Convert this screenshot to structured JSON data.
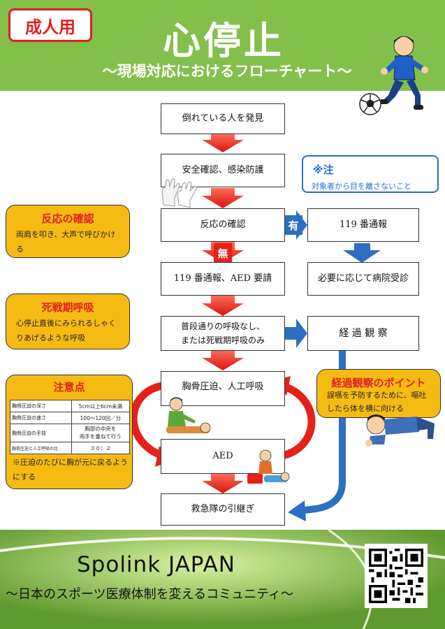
{
  "header": {
    "badge": "成人用",
    "title": "心停止",
    "subtitle": "～現場対応におけるフローチャート～"
  },
  "flow": {
    "discover": "倒れている人を発見",
    "safety": "安全確認、感染防護",
    "response_check": "反応の確認",
    "call_119_aed": "119 番通報、AED 要請",
    "breathing": [
      "普段通りの呼吸なし、",
      "または死戦期呼吸のみ"
    ],
    "cpr": "胸骨圧迫、人工呼吸",
    "aed": "AED",
    "handover": "救急隊の引継ぎ",
    "call_119": "119 番通報",
    "hospital": "必要に応じて病院受診",
    "observe": "経 過 観 察"
  },
  "labels": {
    "yes": "有",
    "no": "無"
  },
  "note": {
    "title": "※注",
    "text": "対象者から目を離さないこと"
  },
  "side": {
    "response": {
      "title": "反応の確認",
      "text": "両肩を叩き、大声で呼びかける"
    },
    "agonal": {
      "title": "死戦期呼吸",
      "text": "心停止直後にみられるしゃくりあげるような呼吸"
    },
    "caution": {
      "title": "注意点",
      "rows": [
        {
          "label": "胸骨圧迫の深さ",
          "value": "5cm以上6cm未満"
        },
        {
          "label": "胸骨圧迫の速さ",
          "value": "100～120回／分"
        },
        {
          "label": "胸骨圧迫の手技",
          "value": "胸部の中央を\n両手を重ねて行う"
        },
        {
          "label": "胸骨圧迫と人工呼吸の比",
          "value": "３０：２"
        }
      ],
      "footnote": "※圧迫のたびに胸が元に戻るようにする"
    },
    "observe_point": {
      "title": "経過観察のポイント",
      "text": "誤嚥を予防するために、嘔吐したら体を横に向ける"
    }
  },
  "footer": {
    "title": "Spolink JAPAN",
    "subtitle": "～日本のスポーツ医療体制を変えるコミュニティ～"
  },
  "colors": {
    "header_green": "#83bf4b",
    "badge_red": "#e02020",
    "arrow_red": "#e5211a",
    "arrow_blue": "#2d6fc0",
    "panel_yellow": "#f6bb13",
    "footer_green": "#6aa134"
  },
  "icons": [
    "soccer-player-icon",
    "soccer-ball-icon",
    "gloves-icon",
    "cpr-illustration-icon",
    "aed-illustration-icon",
    "recovery-position-icon",
    "qr-code-icon"
  ]
}
